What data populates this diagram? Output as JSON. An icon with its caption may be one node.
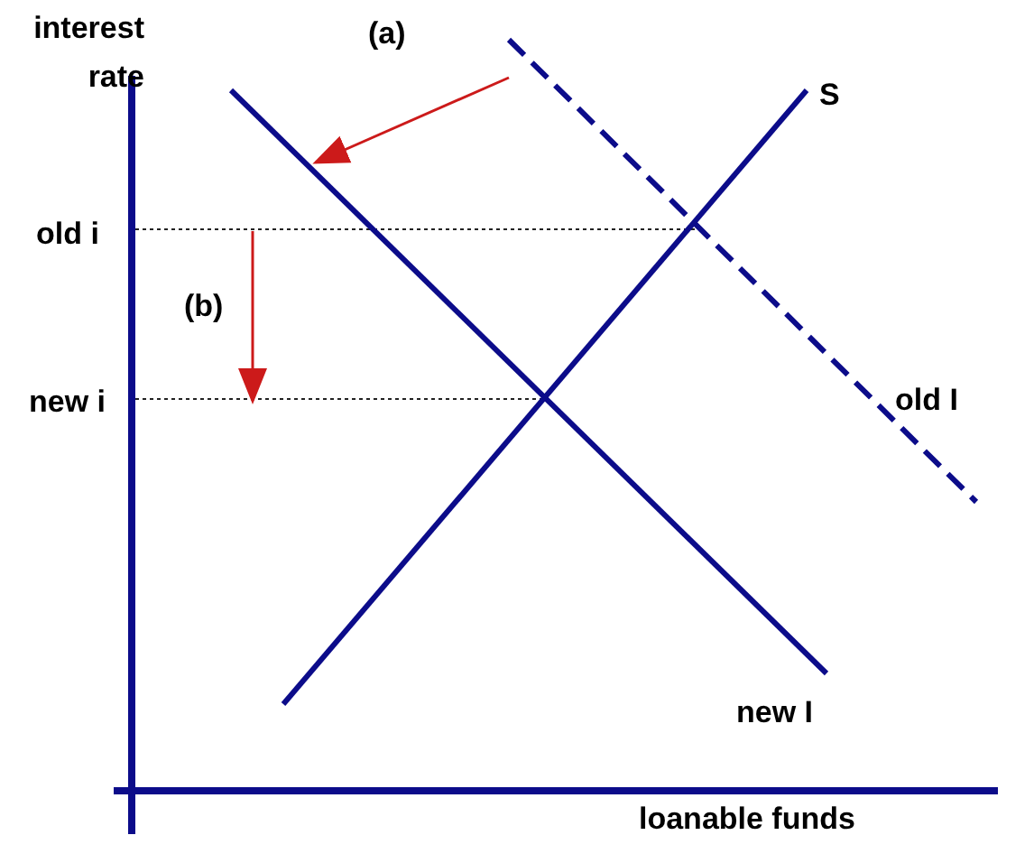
{
  "diagram": {
    "labels": [
      "interest rate",
      "(a)",
      "S",
      "old i",
      "(b)",
      "new i",
      "old I",
      "new I",
      "loanable funds"
    ]
  }
}
